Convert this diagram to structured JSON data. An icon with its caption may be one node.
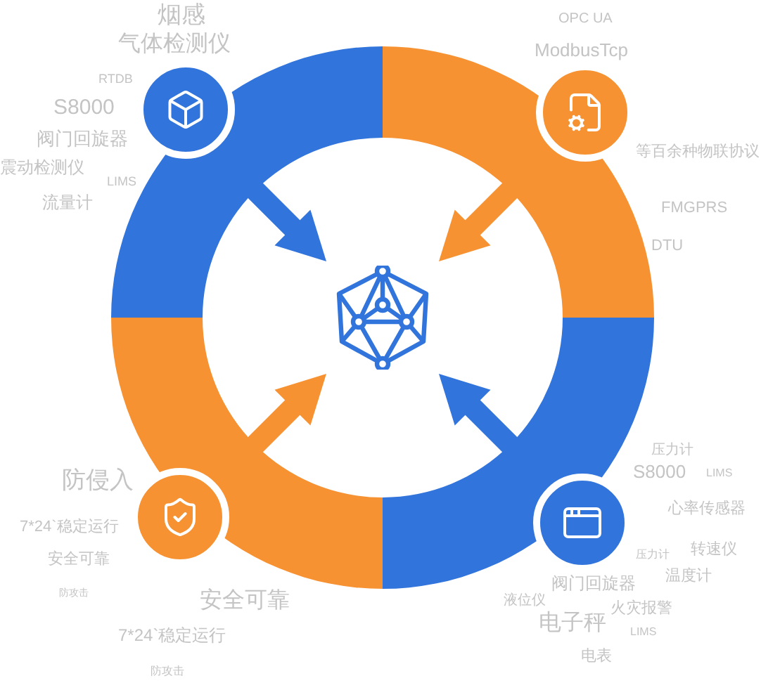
{
  "diagram": {
    "nodes": [
      {
        "text": [],
        "shape": "picture"
      },
      {
        "text": [],
        "shape": "band"
      },
      {
        "text": [],
        "shape": "band"
      },
      {
        "text": [],
        "shape": "band"
      },
      {
        "text": [],
        "shape": "band"
      },
      {
        "text": [],
        "shape": "circle"
      },
      {
        "text": [],
        "shape": "circle"
      },
      {
        "text": [],
        "shape": "circle"
      },
      {
        "text": [],
        "shape": "circle"
      }
    ],
    "edges": [
      {
        "from": 1,
        "to": 0,
        "arrow": "to",
        "color": "#3174dc"
      },
      {
        "from": 2,
        "to": 0,
        "arrow": "to",
        "color": "#f79232"
      },
      {
        "from": 3,
        "to": 0,
        "arrow": "to",
        "color": "#f79232"
      },
      {
        "from": 4,
        "to": 0,
        "arrow": "to",
        "color": "#3174dc"
      }
    ],
    "labels": [
      "烟感",
      "OPC UA",
      "气体检测仪",
      "ModbusTcp",
      "RTDB",
      "S8000",
      "阀门回旋器",
      "等百余种物联协议",
      "震动检测仪",
      "LIMS",
      "流量计",
      "FMGPRS",
      "DTU",
      "压力计",
      "防侵入",
      "S8000",
      "LIMS",
      "心率传感器",
      "7*24`稳定运行",
      "压力计",
      "转速仪",
      "安全可靠",
      "阀门回旋器",
      "温度计",
      "防攻击",
      "安全可靠",
      "液位仪",
      "火灾报警",
      "电子秤",
      "LIMS",
      "7*24`稳定运行",
      "电表",
      "防攻击"
    ]
  }
}
